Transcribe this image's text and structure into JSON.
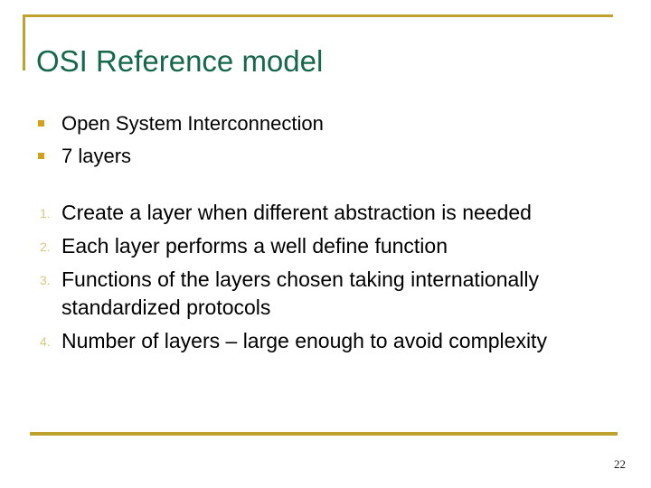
{
  "slide": {
    "title": "OSI Reference model",
    "title_color": "#16684A",
    "accent_color": "#BFA22E",
    "bullet_color": "#D4A017",
    "number_color": "#D8C87E",
    "background_color": "#FFFFFF",
    "page_number": "22"
  },
  "bullets": [
    {
      "text": "Open System Interconnection"
    },
    {
      "text": "7 layers"
    }
  ],
  "numbered": [
    {
      "marker": "1.",
      "text": "Create a layer when different abstraction is needed"
    },
    {
      "marker": "2.",
      "text": "Each layer performs a well define function"
    },
    {
      "marker": "3.",
      "text": "Functions of the layers chosen taking internationally standardized protocols"
    },
    {
      "marker": "4.",
      "text": "Number of layers – large enough to avoid complexity"
    }
  ]
}
